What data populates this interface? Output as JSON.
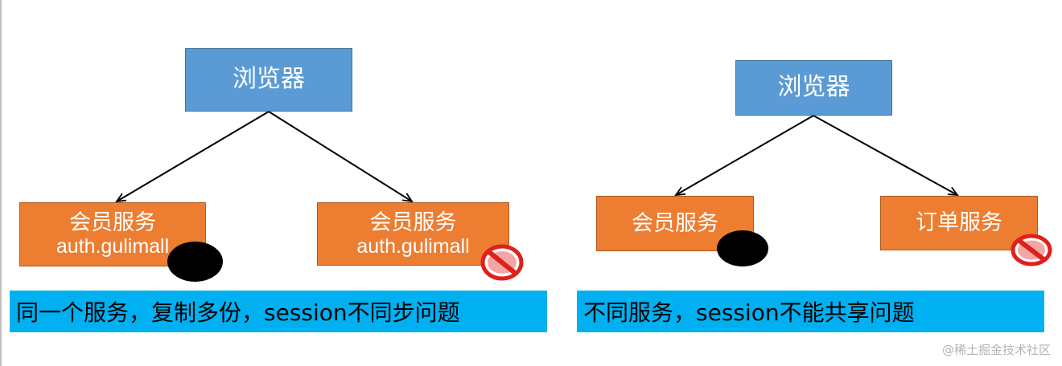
{
  "left_diagram": {
    "browser_label": "浏览器",
    "service_a": {
      "line1": "会员服务",
      "line2": "auth.gulimall"
    },
    "service_b": {
      "line1": "会员服务",
      "line2": "auth.gulimall"
    },
    "caption": "同一个服务，复制多份，session不同步问题"
  },
  "right_diagram": {
    "browser_label": "浏览器",
    "service_a": {
      "line1": "会员服务"
    },
    "service_b": {
      "line1": "订单服务"
    },
    "caption": "不同服务，session不能共享问题"
  },
  "watermark": "@稀土掘金技术社区",
  "colors": {
    "browser_box": "#5b9bd5",
    "service_box": "#ed7d31",
    "caption_bar": "#00b0f0",
    "prohibited_icon": "#e0201b"
  },
  "icons": [
    "session-blob",
    "no-entry-icon"
  ]
}
